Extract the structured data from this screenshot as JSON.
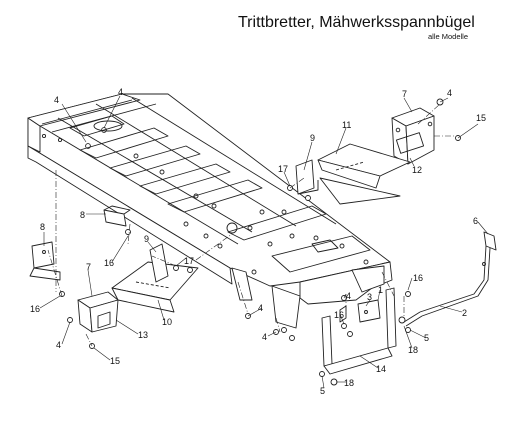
{
  "header": {
    "title": "Trittbretter, Mähwerksspannbügel",
    "subtitle": "alle Modelle"
  },
  "callouts": [
    {
      "id": "c1",
      "text": "4"
    },
    {
      "id": "c2",
      "text": "4"
    },
    {
      "id": "c3",
      "text": "7"
    },
    {
      "id": "c4",
      "text": "4"
    },
    {
      "id": "c5",
      "text": "15"
    },
    {
      "id": "c6",
      "text": "9"
    },
    {
      "id": "c7",
      "text": "11"
    },
    {
      "id": "c8",
      "text": "12"
    },
    {
      "id": "c9",
      "text": "17"
    },
    {
      "id": "c10",
      "text": "8"
    },
    {
      "id": "c11",
      "text": "8"
    },
    {
      "id": "c12",
      "text": "9"
    },
    {
      "id": "c13",
      "text": "16"
    },
    {
      "id": "c14",
      "text": "17"
    },
    {
      "id": "c15",
      "text": "7"
    },
    {
      "id": "c16",
      "text": "16"
    },
    {
      "id": "c17",
      "text": "6"
    },
    {
      "id": "c18",
      "text": "16"
    },
    {
      "id": "c19",
      "text": "4"
    },
    {
      "id": "c20",
      "text": "3"
    },
    {
      "id": "c21",
      "text": "1"
    },
    {
      "id": "c22",
      "text": "2"
    },
    {
      "id": "c23",
      "text": "16"
    },
    {
      "id": "c24",
      "text": "4"
    },
    {
      "id": "c25",
      "text": "10"
    },
    {
      "id": "c26",
      "text": "13"
    },
    {
      "id": "c27",
      "text": "4"
    },
    {
      "id": "c28",
      "text": "4"
    },
    {
      "id": "c29",
      "text": "5"
    },
    {
      "id": "c30",
      "text": "18"
    },
    {
      "id": "c31",
      "text": "15"
    },
    {
      "id": "c32",
      "text": "14"
    },
    {
      "id": "c33",
      "text": "18"
    },
    {
      "id": "c34",
      "text": "5"
    }
  ]
}
